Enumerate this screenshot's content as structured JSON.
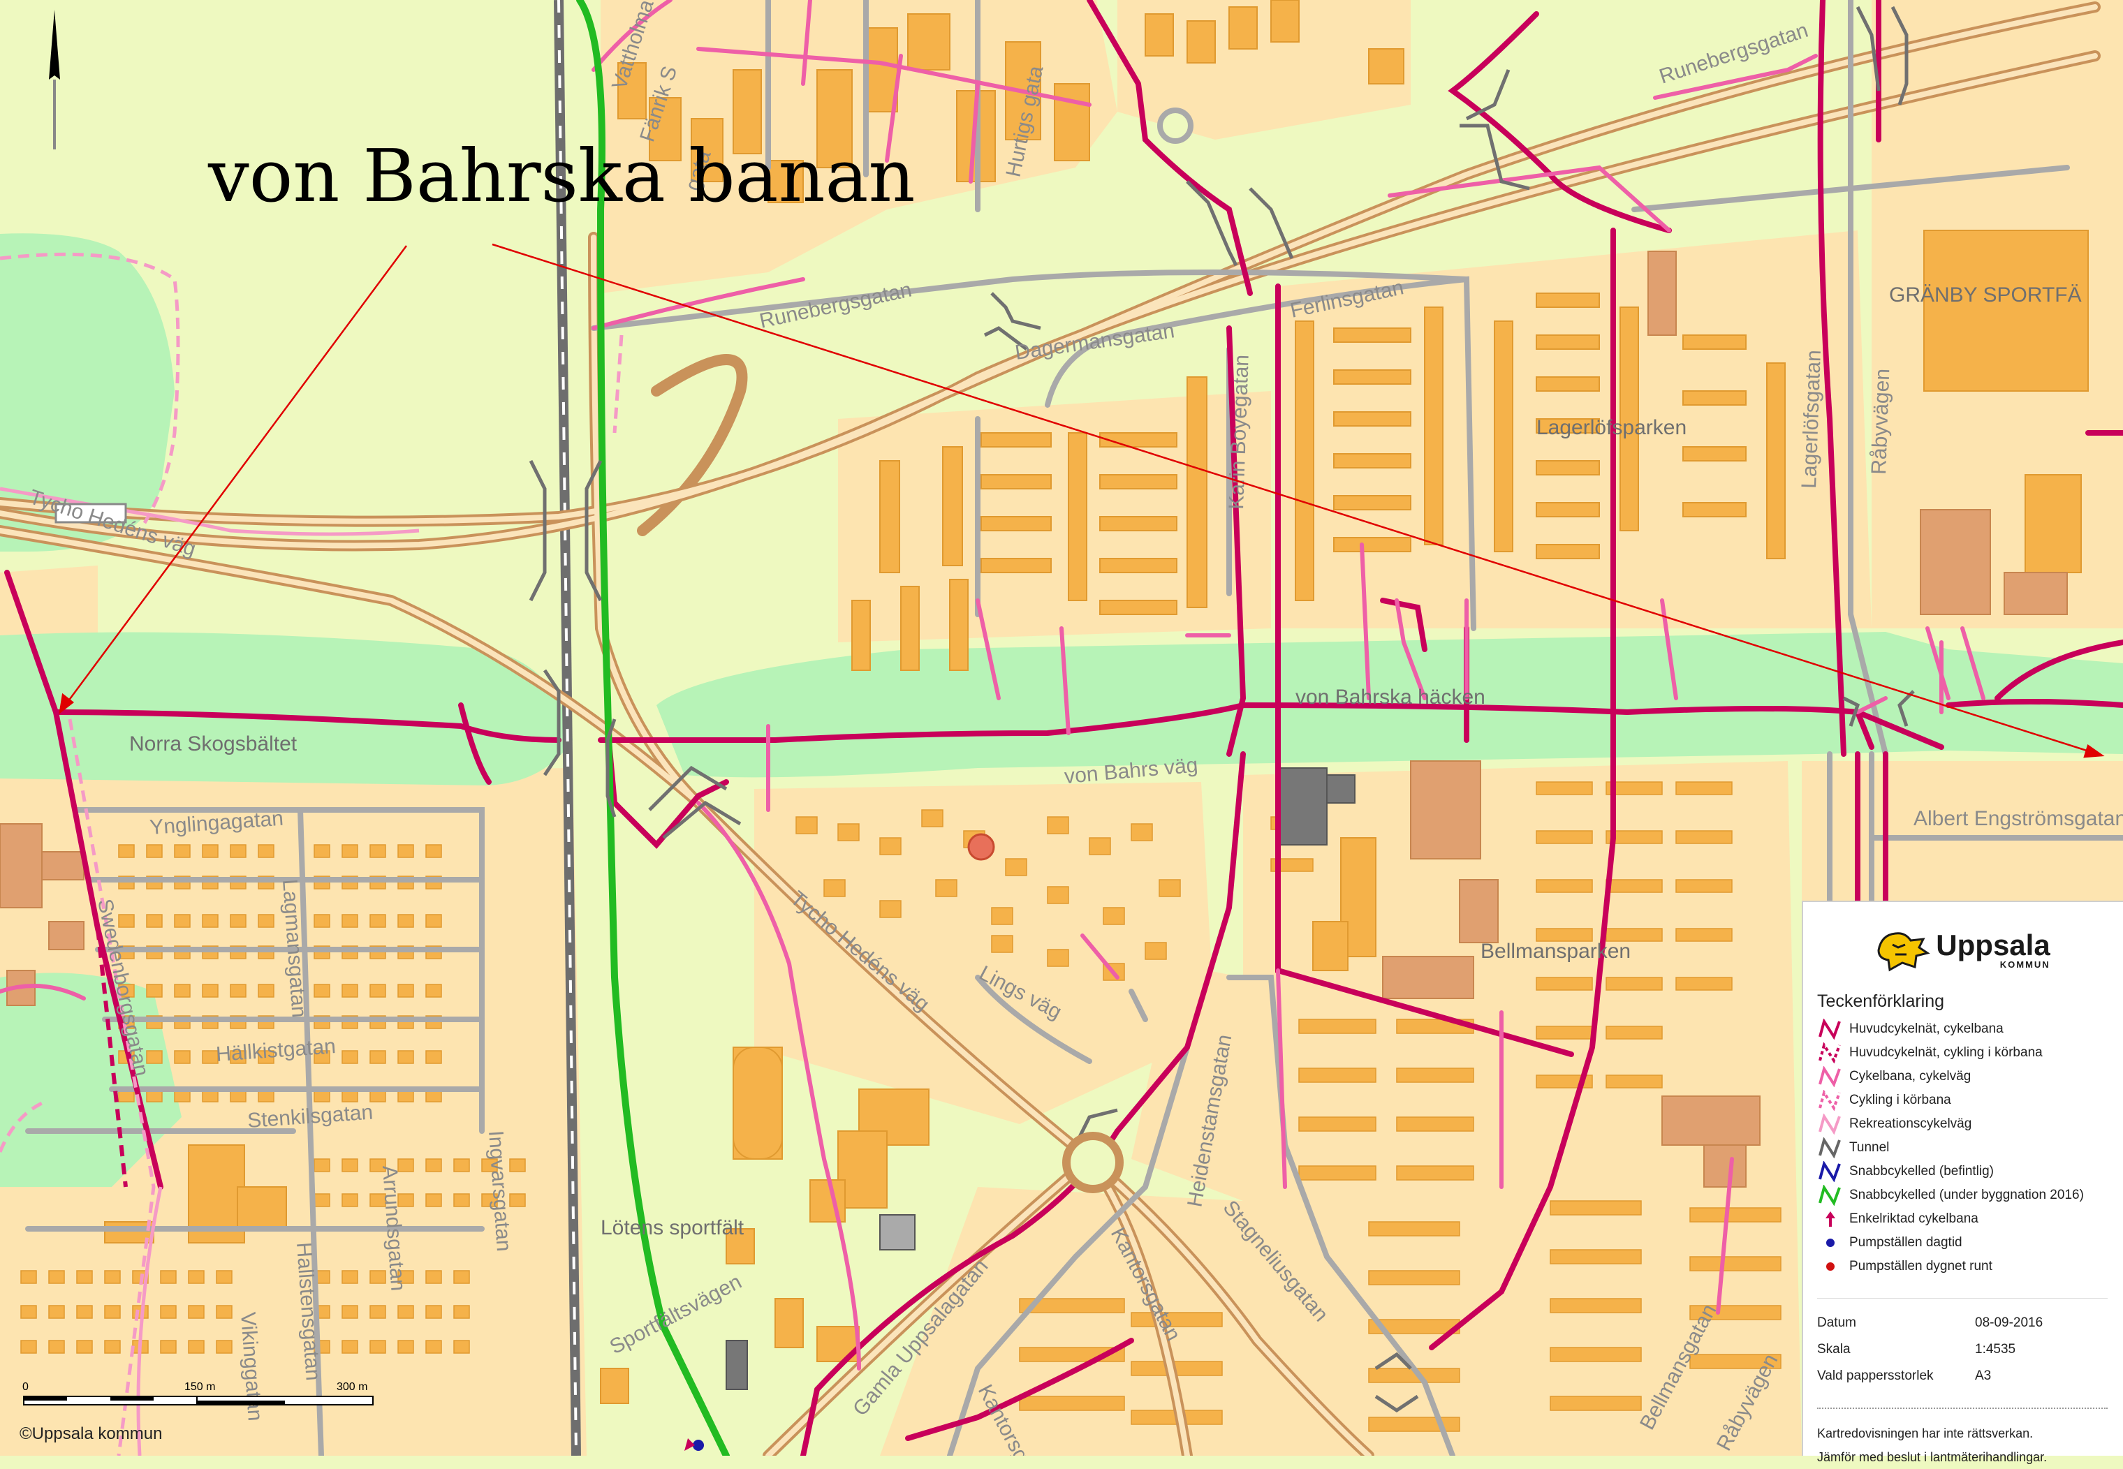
{
  "annotation": {
    "title": "von Bahrska banan"
  },
  "map": {
    "street_labels": [
      "Vattholmav",
      "Fänrik S",
      "gata",
      "Hurtigs gata",
      "Runebergsgatan",
      "Runebergsgatan",
      "Ferlinsgatan",
      "Dagermansgatan",
      "Karin Boyegatan",
      "Lagerlöfsgatan",
      "Råbyvägen",
      "Tycho Hedéns väg",
      "Ynglingagatan",
      "Lagmansgatan",
      "Hällkistgatan",
      "Stenkilsgatan",
      "Arrundsgatan",
      "Ingvarsgatan",
      "Hallstensgatan",
      "Vikinggatan",
      "Swedenborgsgatan",
      "von Bahrs väg",
      "Tycho Hedéns väg",
      "Lings väg",
      "Heidenstamsgatan",
      "Stagneliusgatan",
      "Kantorsgatan",
      "Kantorsgatan",
      "Gamla Uppsalagatan",
      "Sportfältsvägen",
      "Albert Engströmsgatan",
      "Bellmansgatan",
      "Råbyvägen"
    ],
    "place_labels": [
      "GRÄNBY SPORTFÄ",
      "Lagerlöfsparken",
      "von Bahrska häcken",
      "Norra Skogsbältet",
      "Bellmansparken",
      "Lötens sportfält"
    ],
    "scale_labels": [
      "0",
      "150 m",
      "300 m"
    ],
    "copyright": "©Uppsala kommun"
  },
  "legend": {
    "logo_name": "Uppsala",
    "logo_sub": "KOMMUN",
    "title": "Teckenförklaring",
    "items": [
      {
        "label": "Huvudcykelnät, cykelbana",
        "color": "#c8005a",
        "style": "solid"
      },
      {
        "label": "Huvudcykelnät, cykling i körbana",
        "color": "#c8005a",
        "style": "dashed"
      },
      {
        "label": "Cykelbana, cykelväg",
        "color": "#ee5fa7",
        "style": "solid"
      },
      {
        "label": "Cykling i körbana",
        "color": "#ee5fa7",
        "style": "dashed"
      },
      {
        "label": "Rekreationscykelväg",
        "color": "#f59ac6",
        "style": "solid"
      },
      {
        "label": "Tunnel",
        "color": "#666666",
        "style": "solid"
      },
      {
        "label": "Snabbcykelled (befintlig)",
        "color": "#1a1aa8",
        "style": "solid"
      },
      {
        "label": "Snabbcykelled (under byggnation 2016)",
        "color": "#22bb22",
        "style": "solid"
      },
      {
        "label": "Enkelriktad cykelbana",
        "color": "#c8005a",
        "style": "arrow"
      },
      {
        "label": "Pumpställen dagtid",
        "color": "#1a1aa8",
        "style": "dot"
      },
      {
        "label": "Pumpställen dygnet runt",
        "color": "#d01010",
        "style": "dot"
      }
    ],
    "meta": [
      {
        "key": "Datum",
        "value": "08-09-2016"
      },
      {
        "key": "Skala",
        "value": "1:4535"
      },
      {
        "key": "Vald pappersstorlek",
        "value": "A3"
      }
    ],
    "disclaimer": [
      "Kartredovisningen har inte rättsverkan.",
      "Jämför med beslut i lantmäterihandlingar."
    ]
  }
}
